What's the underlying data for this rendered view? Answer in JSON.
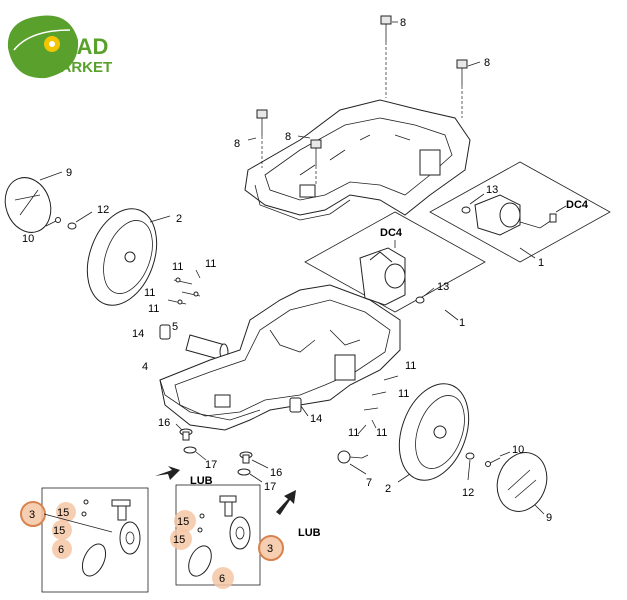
{
  "logo": {
    "line1": "SAD",
    "line2": "MARKET",
    "leaf_color": "#5aa02c",
    "flower_color": "#f2c500"
  },
  "highlight_color": "#f4c7a6",
  "callouts": {
    "c8a": "8",
    "c8b": "8",
    "c8c": "8",
    "c8d": "8",
    "c9a": "9",
    "c9b": "9",
    "c10a": "10",
    "c10b": "10",
    "c12a": "12",
    "c12b": "12",
    "c2a": "2",
    "c2b": "2",
    "c11a": "11",
    "c11b": "11",
    "c11c": "11",
    "c11d": "11",
    "c11e": "11",
    "c11f": "11",
    "c11g": "11",
    "c14a": "14",
    "c14b": "14",
    "c5": "5",
    "c4": "4",
    "c16a": "16",
    "c16b": "16",
    "c17a": "17",
    "c17b": "17",
    "c7": "7",
    "c13a": "13",
    "c13b": "13",
    "c1a": "1",
    "c1b": "1",
    "dc4a": "DC4",
    "dc4b": "DC4",
    "lub1": "LUB",
    "lub2": "LUB",
    "c3a": "3",
    "c3b": "3",
    "c15a": "15",
    "c15b": "15",
    "c15c": "15",
    "c15d": "15",
    "c6a": "6",
    "c6b": "6"
  }
}
